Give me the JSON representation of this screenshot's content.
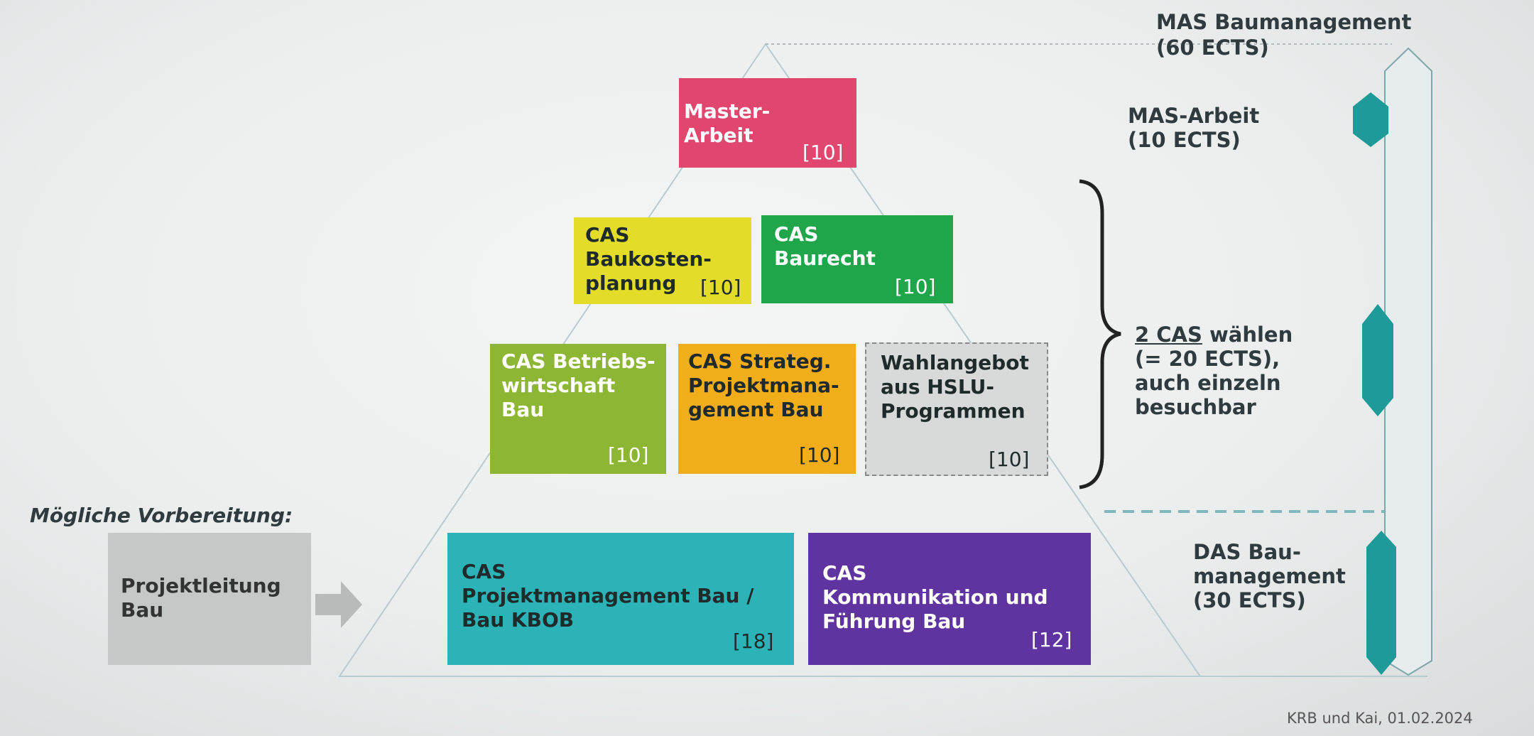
{
  "title": {
    "line1": "MAS Baumanagement",
    "line2": "(60 ECTS)"
  },
  "master": {
    "line1": "Master-",
    "line2": "Arbeit",
    "ects": "[10]",
    "color": "#e0466e"
  },
  "cas_baukosten": {
    "line1": "CAS",
    "line2": "Baukosten-",
    "line3": "planung",
    "ects": "[10]",
    "color": "#e3dd29"
  },
  "cas_baurecht": {
    "line1": "CAS",
    "line2": "Baurecht",
    "ects": "[10]",
    "color": "#1fa54a"
  },
  "cas_betriebs": {
    "line1": "CAS Betriebs-",
    "line2": "wirtschaft",
    "line3": "Bau",
    "ects": "[10]",
    "color": "#8db634"
  },
  "cas_strateg": {
    "line1": "CAS Strateg.",
    "line2": "Projektmana-",
    "line3": "gement Bau",
    "ects": "[10]",
    "color": "#f2ad1a"
  },
  "wahlangebot": {
    "line1": "Wahlangebot",
    "line2": "aus HSLU-",
    "line3": "Programmen",
    "ects": "[10]",
    "color": "#d8d9d9"
  },
  "cas_projekt": {
    "line1": "CAS",
    "line2": "Projektmanagement Bau /",
    "line3": "Bau KBOB",
    "ects": "[18]",
    "color": "#2cb3b8"
  },
  "cas_kommunikation": {
    "line1": "CAS",
    "line2": "Kommunikation und",
    "line3": "Führung Bau",
    "ects": "[12]",
    "color": "#5f33a0"
  },
  "vorbereitung": {
    "label": "Mögliche Vorbereitung:",
    "box_line1": "Projektleitung",
    "box_line2": "Bau",
    "color": "#c6c7c7"
  },
  "mas_arbeit": {
    "line1": "MAS-Arbeit",
    "line2": "(10 ECTS)"
  },
  "cas_choice": {
    "line1_u": "2 CAS",
    "line1_rest": " wählen",
    "line2": "(= 20 ECTS),",
    "line3": "auch einzeln",
    "line4": "besuchbar"
  },
  "das": {
    "line1": "DAS Bau-",
    "line2": "management",
    "line3": "(30 ECTS)"
  },
  "footer": "KRB und Kai, 01.02.2024",
  "accent_teal": "#1e9a98"
}
